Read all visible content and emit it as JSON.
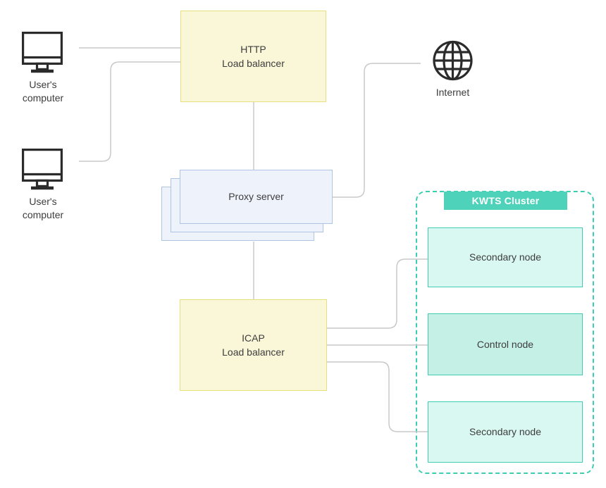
{
  "nodes": {
    "user_computer_top": {
      "label": "User's\ncomputer"
    },
    "user_computer_bottom": {
      "label": "User's\ncomputer"
    },
    "http_load_balancer": {
      "line1": "HTTP",
      "line2": "Load balancer"
    },
    "proxy_server": {
      "label": "Proxy server"
    },
    "internet": {
      "label": "Internet"
    },
    "icap_load_balancer": {
      "line1": "ICAP",
      "line2": "Load balancer"
    },
    "kwts_cluster": {
      "title": "KWTS Cluster"
    },
    "secondary_node_top": {
      "label": "Secondary node"
    },
    "control_node": {
      "label": "Control node"
    },
    "secondary_node_bottom": {
      "label": "Secondary node"
    }
  },
  "colors": {
    "load_balancer_fill": "#faf6d8",
    "load_balancer_border": "#e8e07c",
    "proxy_fill": "#eef3fb",
    "proxy_border": "#aec4e3",
    "cluster_accent": "#3ecdb3",
    "cluster_header_fill": "#4ed2ba",
    "secondary_node_fill": "#d9f8f1",
    "control_node_fill": "#c5f0e6",
    "connector": "#c9c9c9",
    "icon_stroke": "#2b2b2b",
    "text": "#3d3d3d"
  }
}
